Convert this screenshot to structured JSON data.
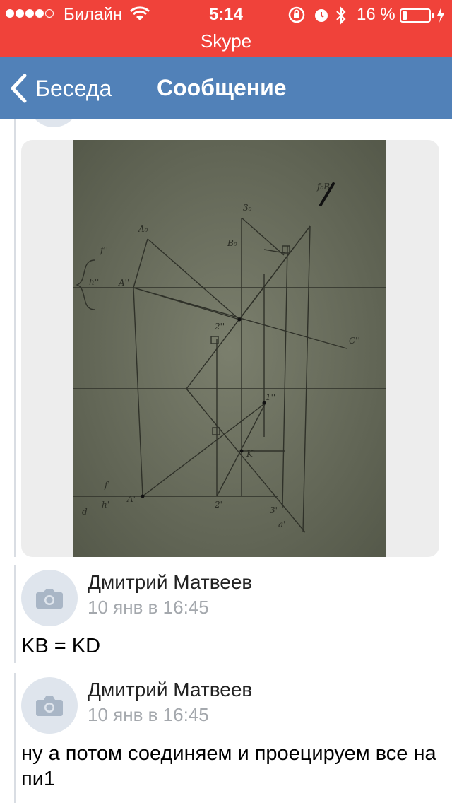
{
  "status_bar": {
    "carrier": "Билайн",
    "time": "5:14",
    "battery": "16 %",
    "app": "Skype",
    "signal_bars_filled": 4,
    "signal_bars_total": 5,
    "battery_level": 0.16
  },
  "nav": {
    "back_label": "Беседа",
    "title": "Сообщение"
  },
  "photo": {
    "labels": [
      "f₀B",
      "3₀",
      "A₀",
      "B₀",
      "f''",
      "h''",
      "A''",
      "C''",
      "2''",
      "1''",
      "K'",
      "f'",
      "h'",
      "A'",
      "2'",
      "3'",
      "a'",
      "d"
    ]
  },
  "messages": [
    {
      "author": "Дмитрий Матвеев",
      "date": "10 янв в 16:45",
      "text": "KB = KD"
    },
    {
      "author": "Дмитрий Матвеев",
      "date": "10 янв в 16:45",
      "text": "ну а потом соединяем и проецируем все на пи1"
    }
  ],
  "colors": {
    "status_bar": "#f0423a",
    "nav_bar": "#5181b8",
    "date_text": "#a4a8ad",
    "avatar_bg": "#dfe5ed"
  }
}
